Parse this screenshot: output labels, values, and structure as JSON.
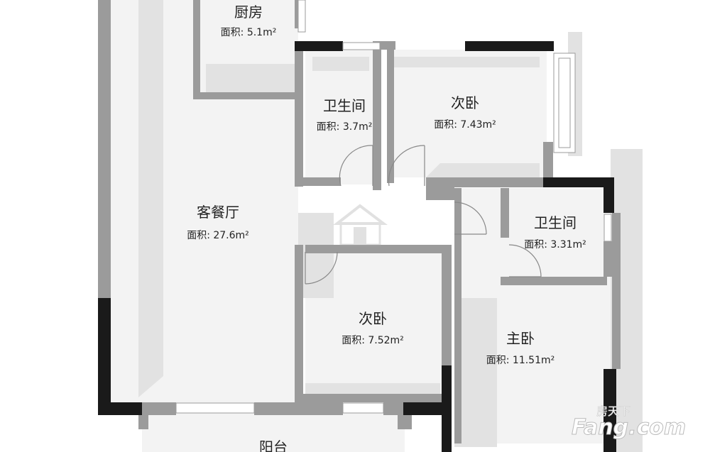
{
  "rooms": [
    {
      "id": "kitchen",
      "name": "厨房",
      "area": "面积: 5.1m²"
    },
    {
      "id": "bath1",
      "name": "卫生间",
      "area": "面积: 3.7m²"
    },
    {
      "id": "bed2a",
      "name": "次卧",
      "area": "面积: 7.43m²"
    },
    {
      "id": "living",
      "name": "客餐厅",
      "area": "面积: 27.6m²"
    },
    {
      "id": "bath2",
      "name": "卫生间",
      "area": "面积: 3.31m²"
    },
    {
      "id": "bed2b",
      "name": "次卧",
      "area": "面积: 7.52m²"
    },
    {
      "id": "master",
      "name": "主卧",
      "area": "面积: 11.51m²"
    },
    {
      "id": "balcony",
      "name": "阳台"
    }
  ],
  "watermark": {
    "brand_cn": "房天下",
    "brand_en": "Fang.com"
  },
  "colors": {
    "wall_gray": "#9a9a9a",
    "wall_black": "#1a1a1a",
    "floor": "#f4f4f4",
    "shadow": "#e4e4e4"
  }
}
